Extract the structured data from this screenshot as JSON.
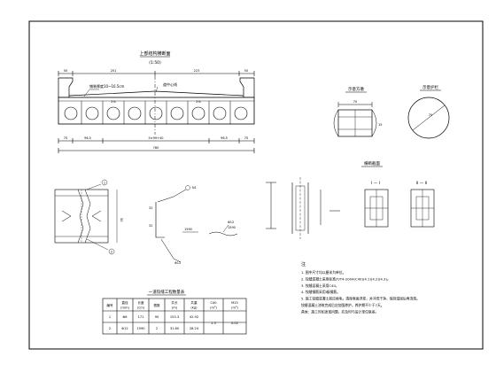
{
  "main_section": {
    "title": "上部结构横断面",
    "scale": "(1:50)",
    "dim_left": "50",
    "dim_201": "201",
    "dim_223": "223",
    "dim_right": "50",
    "thickness_label": "铺装厚度10~16.5cm",
    "centerline_label": "道中心线",
    "slope_25_left": "2%",
    "slope_25_right": "2%",
    "bottom_dim_left": "75",
    "bottom_dim_mid_left": "96.5",
    "bottom_dim_center": "5×99+40",
    "bottom_dim_mid_right": "96.5",
    "bottom_dim_right": "75",
    "total_width": "780"
  },
  "small_square": {
    "title": "示意方墩",
    "dim": "70",
    "side": "15"
  },
  "circle_view": {
    "title": "示意护栏",
    "dim": "70"
  },
  "joint_detail": {
    "labels": [
      "1",
      "2"
    ],
    "dim": "50"
  },
  "rebar_detail": {
    "label_top": "N1",
    "label_a": "Φ12",
    "label_b": "1590",
    "dims": [
      "32",
      "32"
    ]
  },
  "section_title": "横断截面",
  "sections": {
    "one": "I — I",
    "two": "II — II"
  },
  "table": {
    "title": "一道铰缝工程数量表",
    "headers": [
      "编号",
      "直径\n(mm)",
      "长度\n(cm)",
      "根数",
      "共长\n(m)",
      "共重\n(kg)",
      "C40\n(m³)",
      "M15\n(m³)"
    ],
    "rows": [
      [
        "1",
        "Φ8",
        "171",
        "90",
        "153.3",
        "42.92",
        "1.5",
        "0.02"
      ],
      [
        "2",
        "Φ12",
        "1590",
        "2",
        "31.80",
        "28.24",
        "",
        ""
      ]
    ]
  },
  "notes": {
    "title": "注",
    "lines": [
      "1. 图中尺寸均以厘米为单位。",
      "2. 铰缝混凝土采用标准JT/T4-2004(C40)(4.1)(4.2)(4.3)。",
      "3. 铰缝混凝土采用C40。",
      "4. 铰缝钢筋采用Ⅰ级钢筋。",
      "5. 施工铰缝混凝土前应凿毛，清除表面浮浆，并冲洗干净，保持湿润后再浇筑。",
      "   铰缝混凝土浇筑完成后应加强养护，养护期不少于7天。",
      "   具体：施工时如发现问题，应及时与设计单位联系。"
    ]
  }
}
